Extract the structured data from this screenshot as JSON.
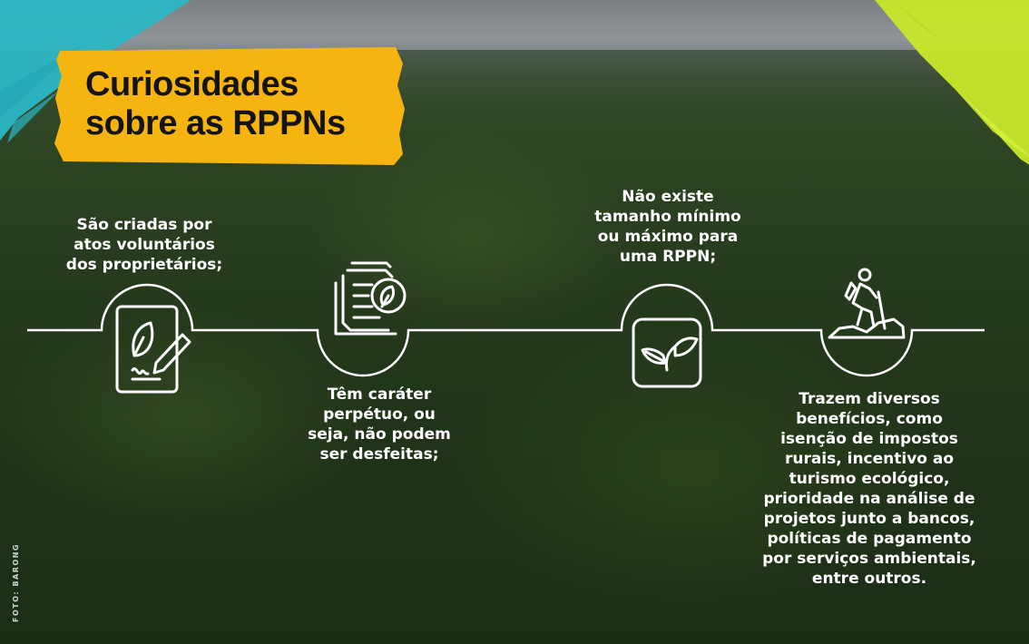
{
  "title": {
    "line1": "Curiosidades",
    "line2": "sobre as RPPNs"
  },
  "facts": [
    {
      "icon": "signed-document-icon",
      "text": "São criadas por\natos voluntários\ndos proprietários;"
    },
    {
      "icon": "eco-document-icon",
      "text": "Têm caráter\nperpétuo, ou\nseja, não podem\nser desfeitas;"
    },
    {
      "icon": "leaves-icon",
      "text": "Não existe\ntamanho mínimo\nou máximo para\numa RPPN;"
    },
    {
      "icon": "hiker-icon",
      "text": "Trazem diversos\nbenefícios, como\nisenção de impostos\nrurais, incentivo ao\nturismo ecológico,\nprioridade na análise de\nprojetos junto a bancos,\npolíticas de pagamento\npor serviços ambientais,\nentre outros."
    }
  ],
  "credit": "FOTO: BARONG",
  "colors": {
    "title_background": "#f5b40f",
    "title_text": "#141414",
    "brush_cyan": "#2bb7c4",
    "brush_lime": "#c8e82a",
    "line": "#ffffff",
    "caption": "#ffffff"
  }
}
